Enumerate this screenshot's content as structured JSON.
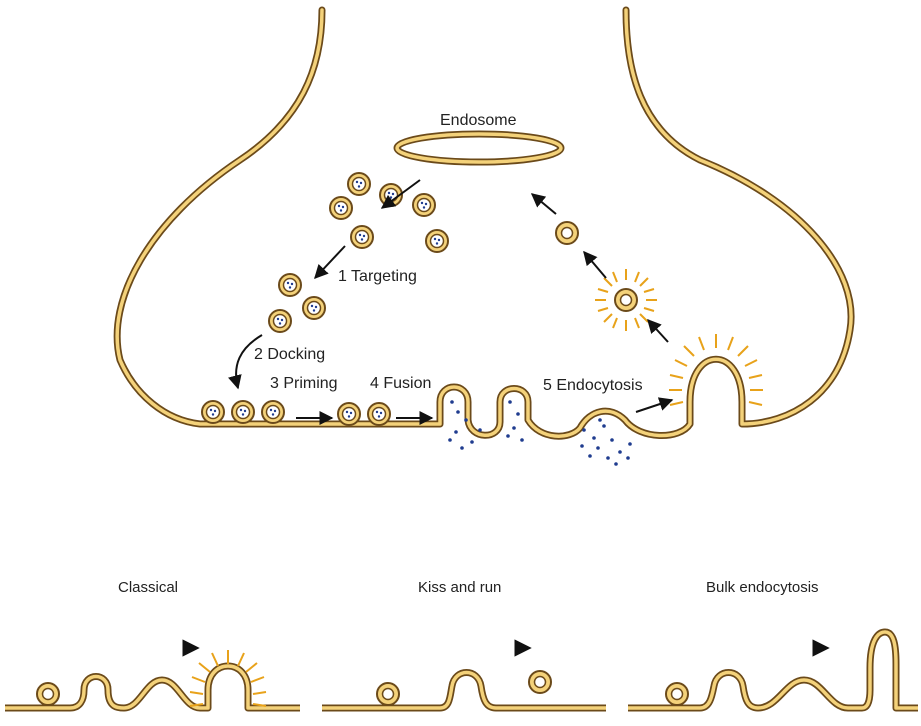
{
  "diagram": {
    "endosome_label": "Endosome",
    "steps": [
      {
        "label": "1 Targeting"
      },
      {
        "label": "2 Docking"
      },
      {
        "label": "3 Priming"
      },
      {
        "label": "4 Fusion"
      },
      {
        "label": "5 Endocytosis"
      }
    ],
    "modes": [
      {
        "label": "Classical"
      },
      {
        "label": "Kiss and run"
      },
      {
        "label": "Bulk endocytosis"
      }
    ],
    "colors": {
      "membrane_fill": "#f4d27a",
      "membrane_stroke": "#6b4a1a",
      "clathrin": "#e8a21a",
      "vesicle_core": "#ffffff",
      "neurotransmitter": "#1f3c8f",
      "arrow": "#111111"
    }
  }
}
